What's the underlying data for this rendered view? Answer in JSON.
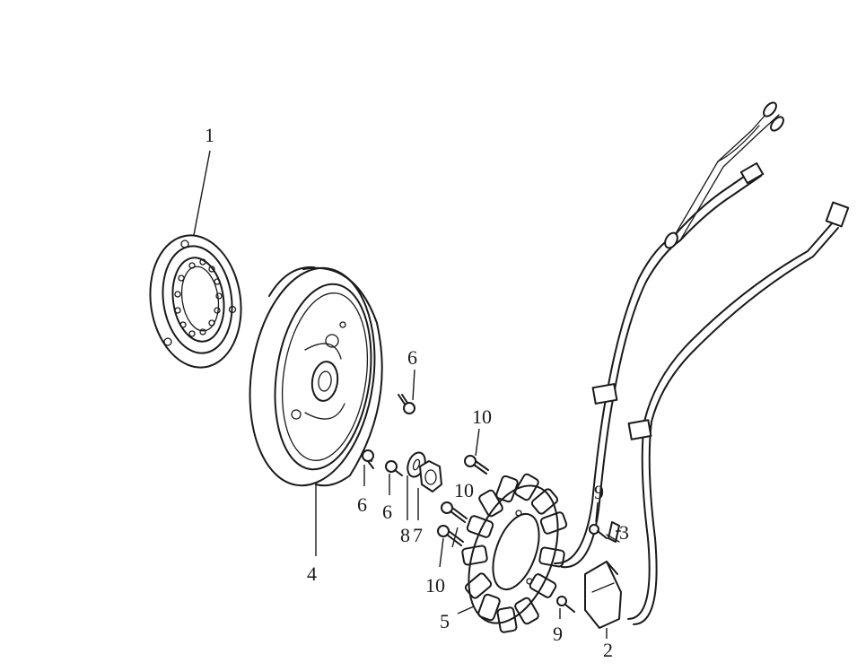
{
  "diagram": {
    "callouts": [
      {
        "id": "c1",
        "text": "1"
      },
      {
        "id": "c2",
        "text": "2"
      },
      {
        "id": "c3",
        "text": "3"
      },
      {
        "id": "c4",
        "text": "4"
      },
      {
        "id": "c5",
        "text": "5"
      },
      {
        "id": "c6a",
        "text": "6"
      },
      {
        "id": "c6b",
        "text": "6"
      },
      {
        "id": "c6c",
        "text": "6"
      },
      {
        "id": "c7",
        "text": "7"
      },
      {
        "id": "c8",
        "text": "8"
      },
      {
        "id": "c9a",
        "text": "9"
      },
      {
        "id": "c9b",
        "text": "9"
      },
      {
        "id": "c10a",
        "text": "10"
      },
      {
        "id": "c10b",
        "text": "10"
      },
      {
        "id": "c10c",
        "text": "10"
      }
    ]
  }
}
